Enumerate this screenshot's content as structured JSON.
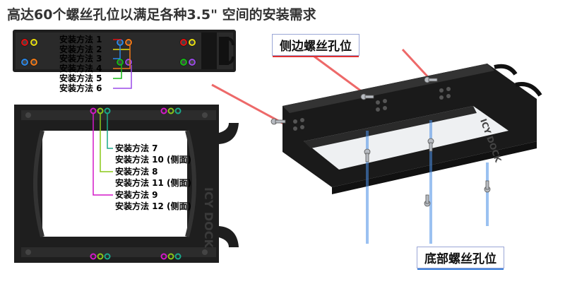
{
  "title": "高达60个螺丝孔位以满足各种3.5\" 空间的安装需求",
  "callouts": {
    "side": "侧边螺丝孔位",
    "bottom": "底部螺丝孔位"
  },
  "bracket_brand": "ICY DOCK",
  "methods_side": [
    {
      "label": "安装方法 1",
      "color": "#e01010"
    },
    {
      "label": "安装方法 2",
      "color": "#e8e010"
    },
    {
      "label": "安装方法 3",
      "color": "#2a88e8"
    },
    {
      "label": "安装方法 4",
      "color": "#f07818"
    },
    {
      "label": "安装方法 5",
      "color": "#16b816"
    },
    {
      "label": "安装方法 6",
      "color": "#9a4ae8"
    }
  ],
  "methods_bottom": [
    {
      "label": "安装方法 7",
      "color": "#1aa88a"
    },
    {
      "label": "安装方法 10 (侧面)",
      "color": "#1aa88a"
    },
    {
      "label": "安装方法 8",
      "color": "#8ac818"
    },
    {
      "label": "安装方法 11 (侧面)",
      "color": "#8ac818"
    },
    {
      "label": "安装方法 9",
      "color": "#d418c8"
    },
    {
      "label": "安装方法 12 (侧面)",
      "color": "#d418c8"
    }
  ]
}
